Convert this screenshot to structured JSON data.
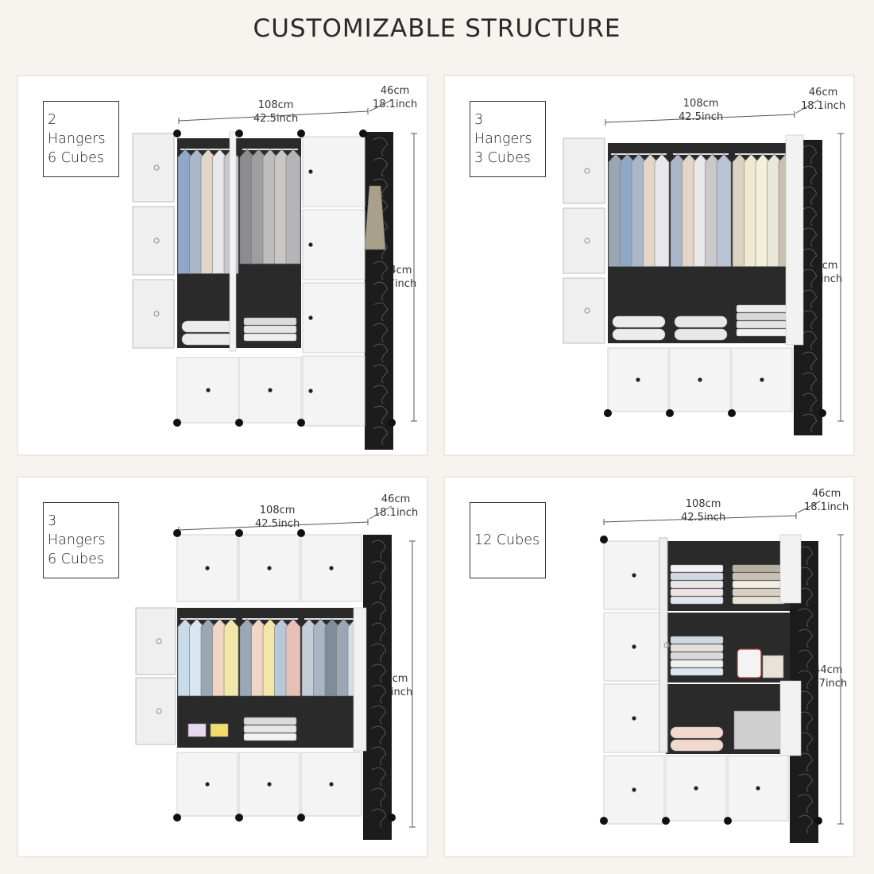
{
  "header": {
    "title": "CUSTOMIZABLE STRUCTURE"
  },
  "colors": {
    "background": "#f7f3ee",
    "panel": "#ffffff",
    "frame": "#1c1c1c",
    "door": "#f4f4f4"
  },
  "panels": [
    {
      "label_lines": [
        "2 Hangers",
        "6 Cubes"
      ],
      "width_cm": "108cm",
      "width_in": "42.5inch",
      "depth_cm": "46cm",
      "depth_in": "18.1inch",
      "height_cm": "144cm",
      "height_in": "56.7inch"
    },
    {
      "label_lines": [
        "3 Hangers",
        "3 Cubes"
      ],
      "width_cm": "108cm",
      "width_in": "42.5inch",
      "depth_cm": "46cm",
      "depth_in": "18.1inch",
      "height_cm": "144cm",
      "height_in": "56.7inch"
    },
    {
      "label_lines": [
        "3 Hangers",
        "6 Cubes"
      ],
      "width_cm": "108cm",
      "width_in": "42.5inch",
      "depth_cm": "46cm",
      "depth_in": "18.1inch",
      "height_cm": "144cm",
      "height_in": "56.7inch"
    },
    {
      "label_lines": [
        "12 Cubes"
      ],
      "width_cm": "108cm",
      "width_in": "42.5inch",
      "depth_cm": "46cm",
      "depth_in": "18.1inch",
      "height_cm": "144cm",
      "height_in": "56.7inch"
    }
  ]
}
